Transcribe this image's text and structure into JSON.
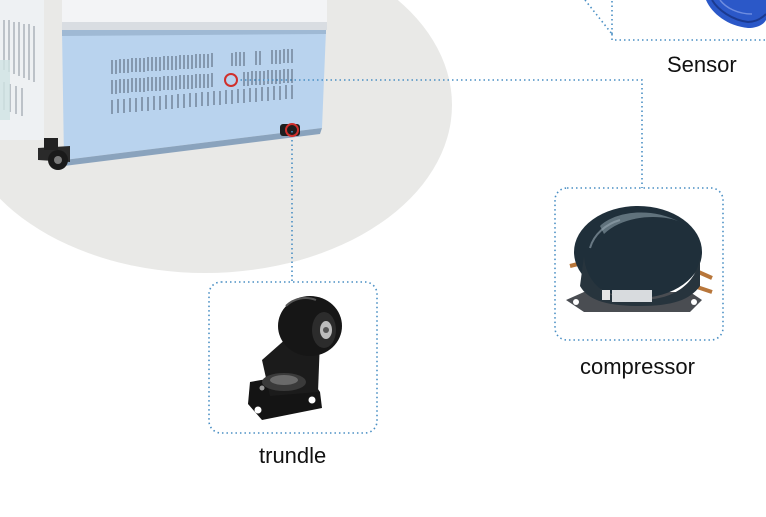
{
  "labels": {
    "sensor": "Sensor",
    "compressor": "compressor",
    "trundle": "trundle"
  },
  "colors": {
    "background": "#ffffff",
    "backdrop_ellipse": "#e9e9e7",
    "cabinet_panel": "#b9d3ee",
    "cabinet_body": "#f2f4f6",
    "connector_line": "#4a8fc4",
    "marker_ring": "#d0302c",
    "caster_black": "#161616"
  }
}
